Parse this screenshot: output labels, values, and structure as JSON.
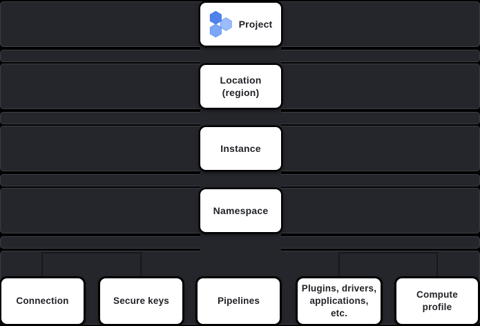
{
  "hierarchy": {
    "levels": [
      {
        "label": "Project"
      },
      {
        "label": "Location (region)"
      },
      {
        "label": "Instance"
      },
      {
        "label": "Namespace"
      }
    ],
    "namespace_children": [
      {
        "label": "Connection"
      },
      {
        "label": "Secure keys"
      },
      {
        "label": "Pipelines"
      },
      {
        "label": "Plugins, drivers, applications, etc."
      },
      {
        "label": "Compute profile"
      }
    ],
    "icon": {
      "name": "data-fusion-hexagons-icon"
    },
    "colors": {
      "page_bg": "#000000",
      "band_fill": "#25262b",
      "band_border": "#3a3e45",
      "node_fill": "#ffffff",
      "node_text": "#202227",
      "icon_blues": [
        "#4f83eb",
        "#9bbcf8",
        "#7da7f4"
      ]
    }
  }
}
